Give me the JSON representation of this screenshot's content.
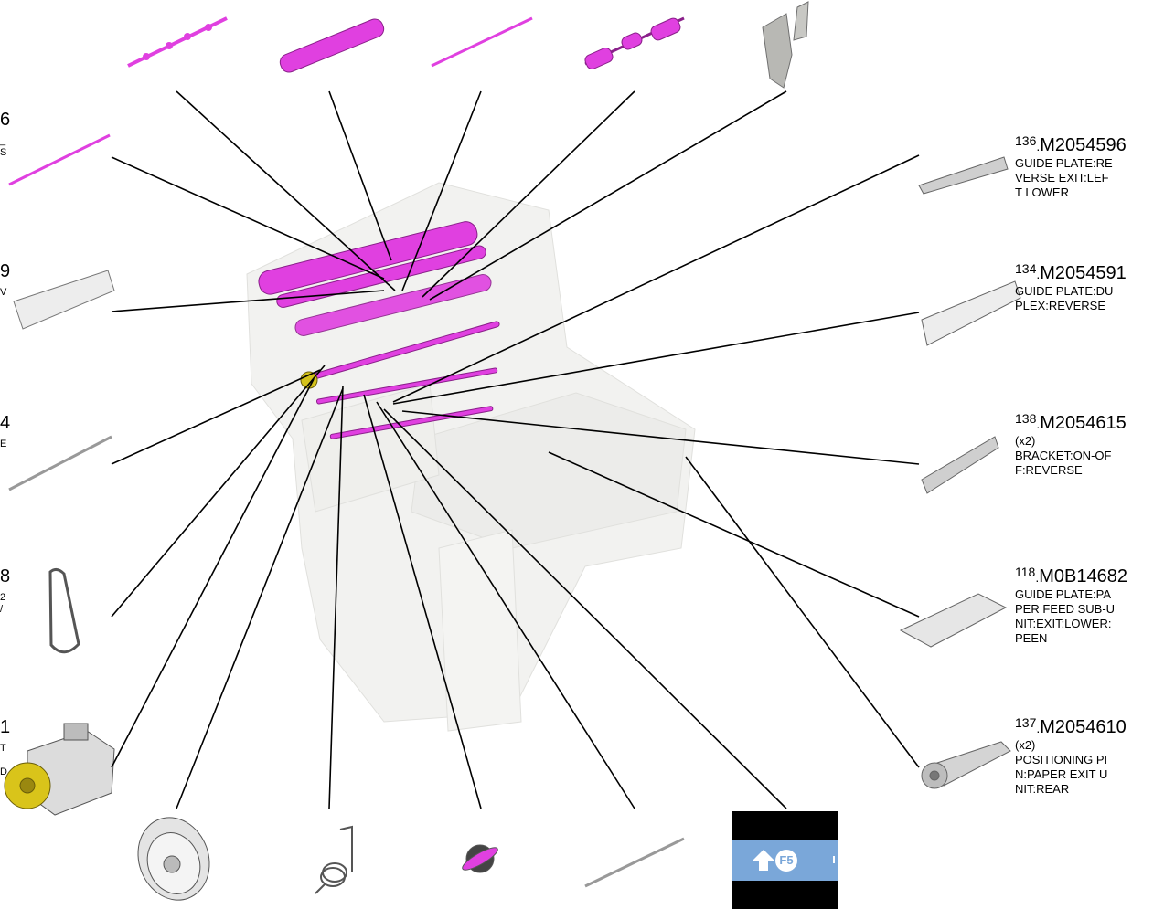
{
  "parts_right": [
    {
      "ref": "136",
      "part_no": "M2054596",
      "qty": "",
      "desc": "GUIDE PLATE:REVERSE EXIT:LEFT LOWER"
    },
    {
      "ref": "134",
      "part_no": "M2054591",
      "qty": "",
      "desc": "GUIDE PLATE:DUPLEX:REVERSE"
    },
    {
      "ref": "138",
      "part_no": "M2054615",
      "qty": "(x2)",
      "desc": "BRACKET:ON-OFF:REVERSE"
    },
    {
      "ref": "118",
      "part_no": "M0B14682",
      "qty": "",
      "desc": "GUIDE PLATE:PAPER FEED SUB-UNIT:EXIT:LOWER:PEEN"
    },
    {
      "ref": "137",
      "part_no": "M2054610",
      "qty": "(x2)",
      "desc": "POSITIONING PIN:PAPER EXIT UNIT:REAR"
    }
  ],
  "left_fragments": [
    {
      "big": "6",
      "small": "_\nS"
    },
    {
      "big": "9",
      "small": "V"
    },
    {
      "big": "4",
      "small": "E"
    },
    {
      "big": "8",
      "small": "2\n/"
    },
    {
      "big": "1",
      "small": "T\n\nD"
    }
  ],
  "nav_button": {
    "key_label": "F5",
    "arrow_icon": "up-arrow-icon"
  },
  "colors": {
    "highlight": "#e040e0",
    "leader": "#000000",
    "frame": "#d9d9d4",
    "nav_bg": "#7aa7d9"
  }
}
